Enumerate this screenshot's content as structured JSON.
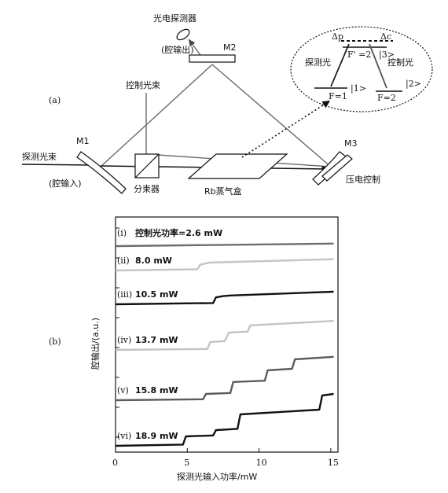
{
  "figure": {
    "panel_a_label": "(a)",
    "panel_b_label": "(b)"
  },
  "setup": {
    "detector": "光电探测器",
    "cavity_output": "(腔输出)",
    "m1": "M1",
    "m2": "M2",
    "m3": "M3",
    "control_beam": "控制光束",
    "probe_beam": "探测光束",
    "cavity_input": "(腔输入)",
    "beam_splitter": "分束器",
    "rb_cell": "Rb蒸气盒",
    "piezo": "压电控制"
  },
  "levels": {
    "delta_p": "Δp",
    "delta_c": "Δc",
    "f_prime": "F' =2",
    "state3": "|3>",
    "probe": "探测光",
    "control": "控制光",
    "f1": "F=1",
    "state1": "|1>",
    "f2": "F=2",
    "state2": "|2>"
  },
  "chart_data": {
    "type": "line",
    "xlabel": "探测光输入功率/mW",
    "ylabel": "腔输出/(a.u.)",
    "xlim": [
      0,
      15.5
    ],
    "xticks": [
      "0",
      "5",
      "10",
      "15"
    ],
    "series": [
      {
        "name": "(i)",
        "label": "控制光功率=2.6 mW",
        "color": "#6e6e6e",
        "x": [
          0,
          15.2
        ],
        "y": [
          0,
          0.08
        ]
      },
      {
        "name": "(ii)",
        "label": "8.0 mW",
        "color": "#c4c4c4",
        "x": [
          0,
          5.7,
          5.9,
          6.5,
          15.2
        ],
        "y": [
          0,
          0.04,
          0.18,
          0.25,
          0.36
        ]
      },
      {
        "name": "(iii)",
        "label": "10.5 mW",
        "color": "#111111",
        "x": [
          0,
          6.8,
          7.0,
          7.5,
          8.0,
          15.2
        ],
        "y": [
          0,
          0.04,
          0.22,
          0.26,
          0.28,
          0.4
        ]
      },
      {
        "name": "(iv)",
        "label": "13.7 mW",
        "color": "#c4c4c4",
        "x": [
          0,
          6.4,
          6.6,
          7.6,
          7.9,
          9.2,
          9.4,
          15.2
        ],
        "y": [
          0,
          0.03,
          0.25,
          0.28,
          0.55,
          0.58,
          0.78,
          0.92
        ]
      },
      {
        "name": "(v)",
        "label": "15.8 mW",
        "color": "#5c5c5c",
        "x": [
          0,
          6.1,
          6.3,
          8.0,
          8.2,
          10.4,
          10.6,
          12.3,
          12.5,
          15.2
        ],
        "y": [
          0,
          0.03,
          0.2,
          0.23,
          0.58,
          0.62,
          0.95,
          1.0,
          1.3,
          1.38
        ]
      },
      {
        "name": "(vi)",
        "label": "18.9 mW",
        "color": "#111111",
        "x": [
          0,
          4.7,
          4.9,
          6.8,
          7.0,
          8.5,
          8.7,
          14.2,
          14.4,
          15.2
        ],
        "y": [
          0,
          0.04,
          0.3,
          0.33,
          0.5,
          0.54,
          1.0,
          1.15,
          1.6,
          1.65
        ]
      }
    ]
  }
}
